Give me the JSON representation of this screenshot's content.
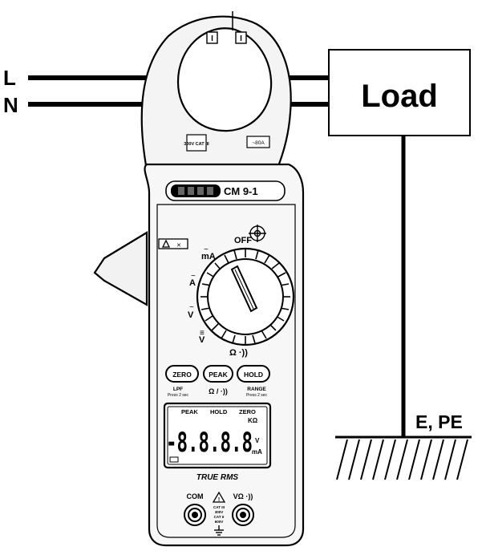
{
  "wiring": {
    "line_label": "L",
    "neutral_label": "N",
    "load_label": "Load",
    "earth_label": "E, PE"
  },
  "meter": {
    "jaw_marks": [
      "I",
      "I"
    ],
    "jaw_left_badge": "300V CAT III",
    "jaw_right_badge": "~80A",
    "model": "CM 9-1",
    "dial": {
      "off": "OFF",
      "ma": "mA",
      "a": "A",
      "v_ac": "V",
      "v_dc": "V",
      "ohm": "Ω ·))"
    },
    "buttons": {
      "zero": "ZERO",
      "peak": "PEAK",
      "hold": "HOLD",
      "center_symbol": "Ω / ·))",
      "lpf": "LPF",
      "lpf_sub": "Press 2 sec",
      "range": "RANGE",
      "range_sub": "Press 2 sec"
    },
    "lcd": {
      "peak": "PEAK",
      "hold": "HOLD",
      "zero": "ZERO",
      "kohm": "KΩ",
      "digits": "-8.8.8.8",
      "v": "V",
      "ma": "mA"
    },
    "true_rms": "TRUE RMS",
    "jacks": {
      "com": "COM",
      "v_ohm": "VΩ ·))",
      "warning_lines": [
        "CAT III",
        "300V",
        "CAT II",
        "600V"
      ]
    }
  }
}
